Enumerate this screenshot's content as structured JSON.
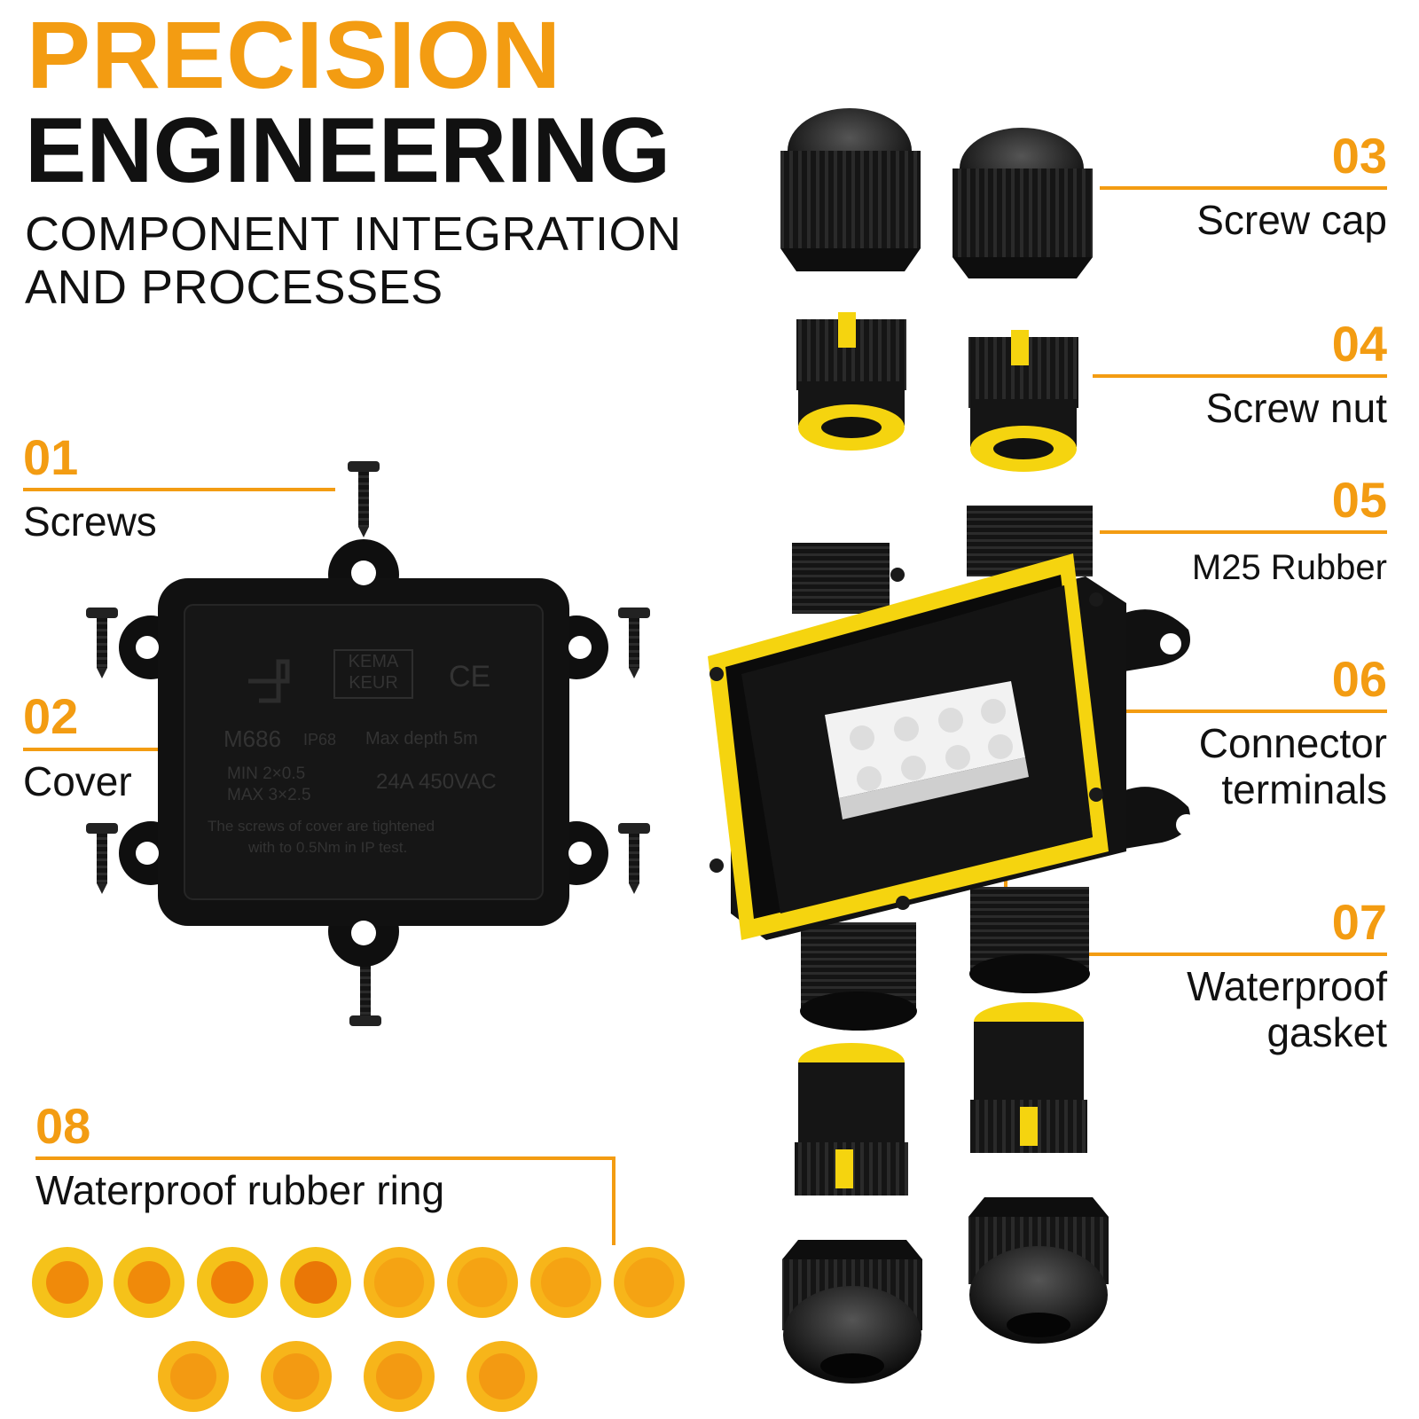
{
  "header": {
    "line1": "PRECISION",
    "line2": "ENGINEERING",
    "sub1": "COMPONENT INTEGRATION",
    "sub2": "AND PROCESSES"
  },
  "callouts": [
    {
      "num": "01",
      "label": "Screws"
    },
    {
      "num": "02",
      "label": "Cover"
    },
    {
      "num": "03",
      "label": "Screw cap"
    },
    {
      "num": "04",
      "label": "Screw nut"
    },
    {
      "num": "05",
      "label": "M25 Rubber"
    },
    {
      "num": "06",
      "label": "Connector",
      "label2": "terminals"
    },
    {
      "num": "07",
      "label": "Waterproof",
      "label2": "gasket"
    },
    {
      "num": "08",
      "label": "Waterproof rubber ring"
    }
  ],
  "cover_text": {
    "model": "M686",
    "rating": "IP68",
    "depth": "Max depth 5m",
    "min": "MIN  2×0.5",
    "max": "MAX  3×2.5",
    "elec": "24A  450VAC",
    "note1": "The screws of cover are tightened",
    "note2": "with to 0.5Nm in IP test.",
    "brand_mark": "KEMA KEUR",
    "ce": "CE"
  },
  "colors": {
    "accent": "#f39c12",
    "yellow": "#f5d40f",
    "black": "#111111"
  }
}
